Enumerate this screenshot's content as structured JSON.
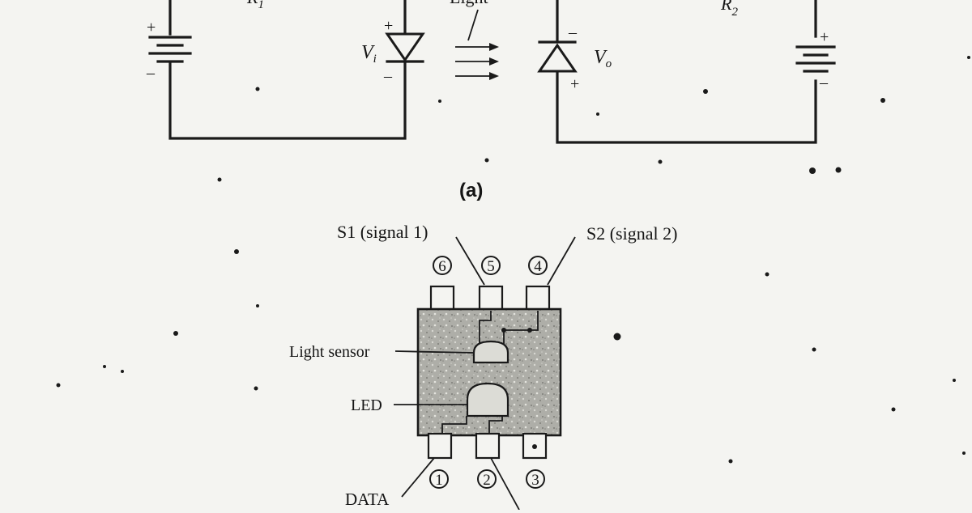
{
  "figure_a": {
    "resistor_left_label": "R",
    "resistor_left_sub": "1",
    "resistor_right_label": "R",
    "resistor_right_sub": "2",
    "light_label": "Light",
    "input_voltage_label": "V",
    "input_voltage_sub": "i",
    "output_voltage_label": "V",
    "output_voltage_sub": "o",
    "plus_sign": "+",
    "minus_sign": "–",
    "caption": "(a)"
  },
  "figure_b": {
    "s1_label": "S1 (signal 1)",
    "s2_label": "S2 (signal 2)",
    "light_sensor_label": "Light sensor",
    "led_label": "LED",
    "data_label": "DATA",
    "pins_top": [
      "6",
      "5",
      "4"
    ],
    "pins_bottom": [
      "1",
      "2",
      "3"
    ]
  },
  "colors": {
    "ink": "#1a1a1a",
    "paper": "#f4f4f1",
    "package_fill": "#a9a9a4"
  }
}
